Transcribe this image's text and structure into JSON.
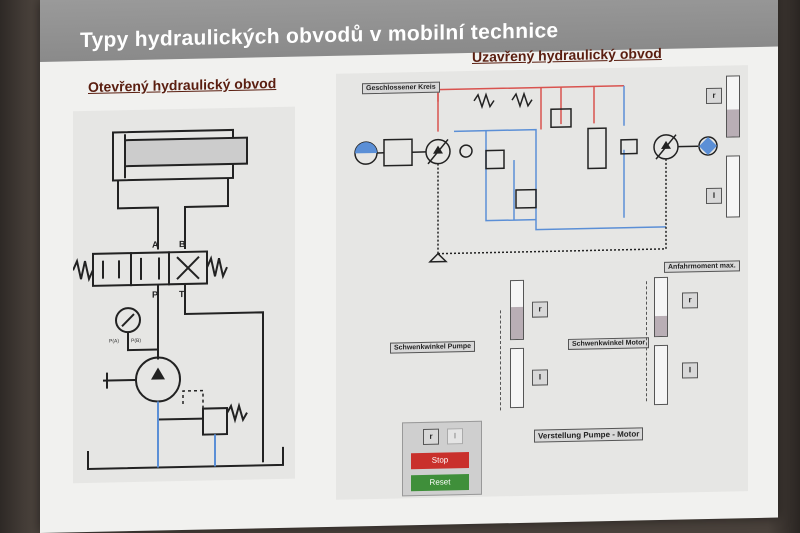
{
  "slide": {
    "title": "Typy hydraulických obvodů v mobilní technice",
    "left_heading": "Otevřený hydraulický obvod",
    "right_heading": "Uzavřený hydraulický obvod"
  },
  "open_circuit": {
    "port_a": "A",
    "port_b": "B",
    "port_p": "P",
    "port_t": "T",
    "gauge_label_1": "P(A)",
    "gauge_label_2": "P(B)"
  },
  "closed_circuit": {
    "circuit_label": "Geschlossener Kreis",
    "start_torque_label": "Anfahrmoment max.",
    "pump_angle_label": "Schwenkwinkel Pumpe",
    "motor_angle_label": "Schwenkwinkel Motor",
    "adjust_label": "Verstellung Pumpe - Motor",
    "readout_r": "r",
    "readout_i": "I",
    "btn_r": "r",
    "btn_i": "I",
    "stop_label": "Stop",
    "reset_label": "Reset",
    "gauges": {
      "top_right_fill": 0.45,
      "pump_fill": 0.55,
      "motor_fill": 0.35
    }
  },
  "colors": {
    "pressure_line": "#d9534f",
    "return_line": "#5b8fd6",
    "stop": "#c9302c",
    "reset": "#3f8f3a"
  }
}
